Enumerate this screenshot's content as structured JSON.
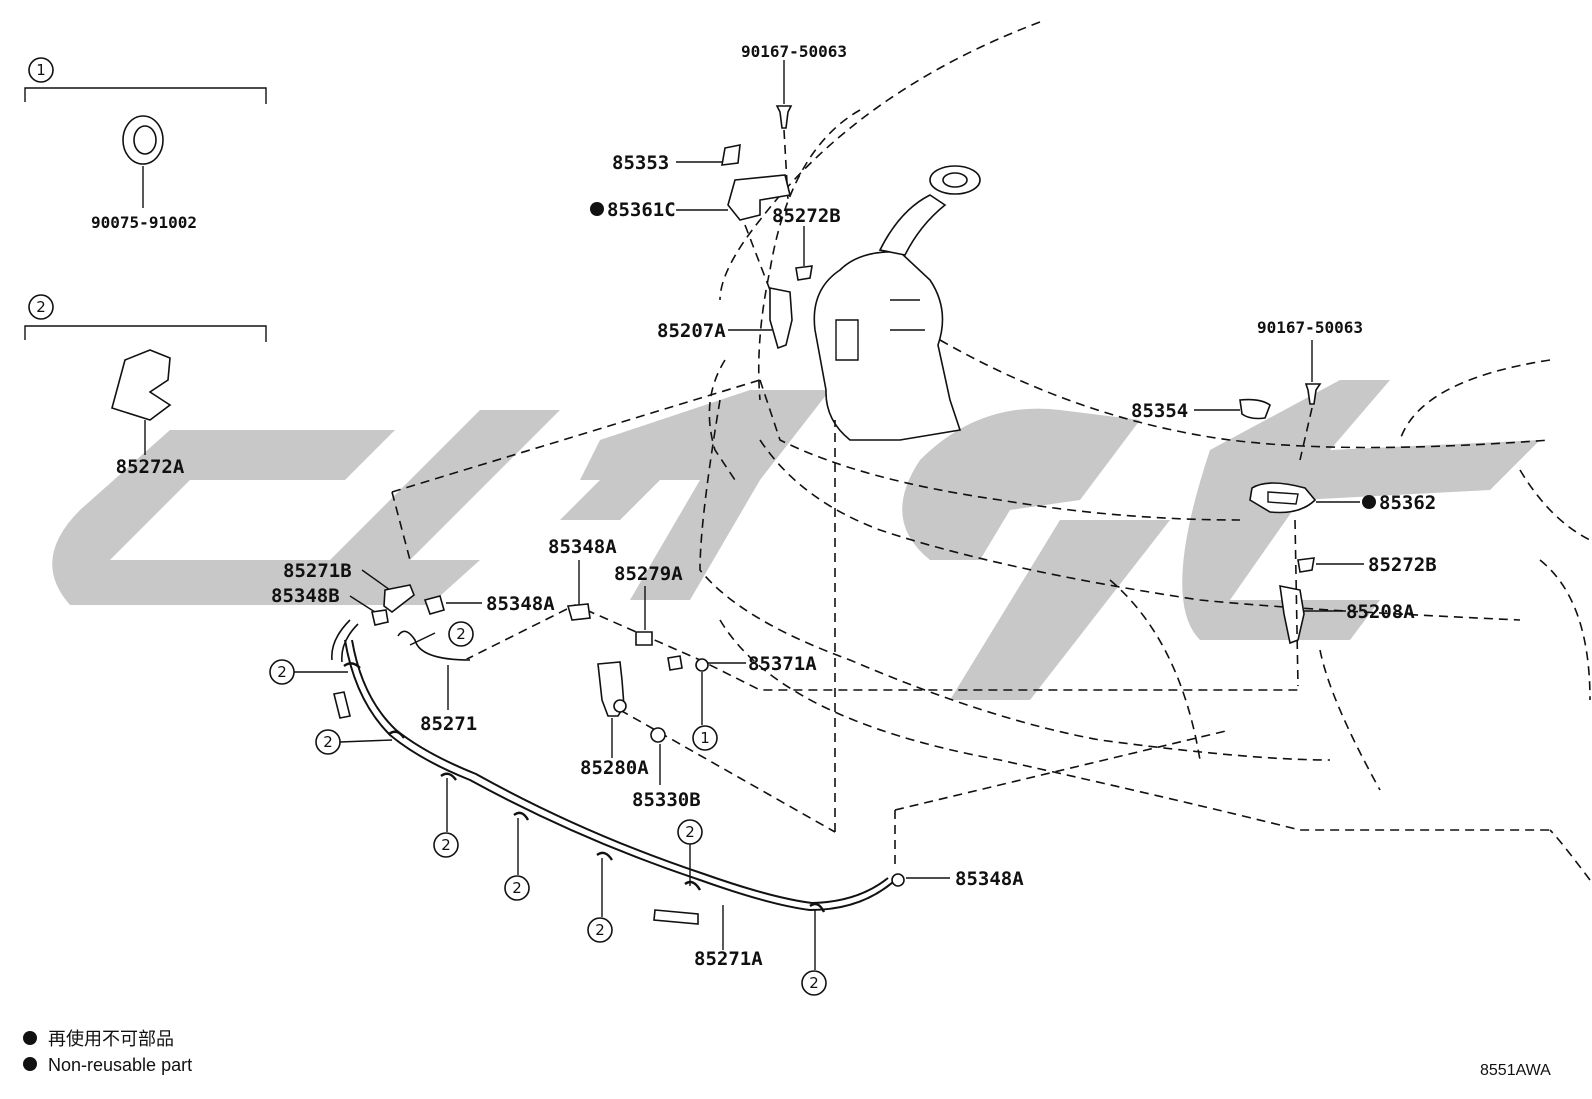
{
  "diagram": {
    "inset1": {
      "number": "1",
      "part": "90075-91002"
    },
    "inset2": {
      "number": "2",
      "part": "85272A"
    },
    "labels": [
      {
        "id": "l-90167-top",
        "text": "90167-50063"
      },
      {
        "id": "l-85353",
        "text": "85353"
      },
      {
        "id": "l-85361c",
        "text": "85361C"
      },
      {
        "id": "l-85272b-top",
        "text": "85272B"
      },
      {
        "id": "l-85207a",
        "text": "85207A"
      },
      {
        "id": "l-90167-right",
        "text": "90167-50063"
      },
      {
        "id": "l-85354",
        "text": "85354"
      },
      {
        "id": "l-85362",
        "text": "85362"
      },
      {
        "id": "l-85272b-right",
        "text": "85272B"
      },
      {
        "id": "l-85208a",
        "text": "85208A"
      },
      {
        "id": "l-85271b",
        "text": "85271B"
      },
      {
        "id": "l-85348b",
        "text": "85348B"
      },
      {
        "id": "l-85348a-1",
        "text": "85348A"
      },
      {
        "id": "l-85348a-2",
        "text": "85348A"
      },
      {
        "id": "l-85279a",
        "text": "85279A"
      },
      {
        "id": "l-85371a",
        "text": "85371A"
      },
      {
        "id": "l-85271",
        "text": "85271"
      },
      {
        "id": "l-85280a",
        "text": "85280A"
      },
      {
        "id": "l-85330b",
        "text": "85330B"
      },
      {
        "id": "l-85348a-3",
        "text": "85348A"
      },
      {
        "id": "l-85271a",
        "text": "85271A"
      }
    ],
    "callout_numbers": {
      "one": "1",
      "two": "2"
    }
  },
  "legend": {
    "line_jp": "再使用不可部品",
    "line_en": "Non-reusable part"
  },
  "figure_code": "8551AWA"
}
